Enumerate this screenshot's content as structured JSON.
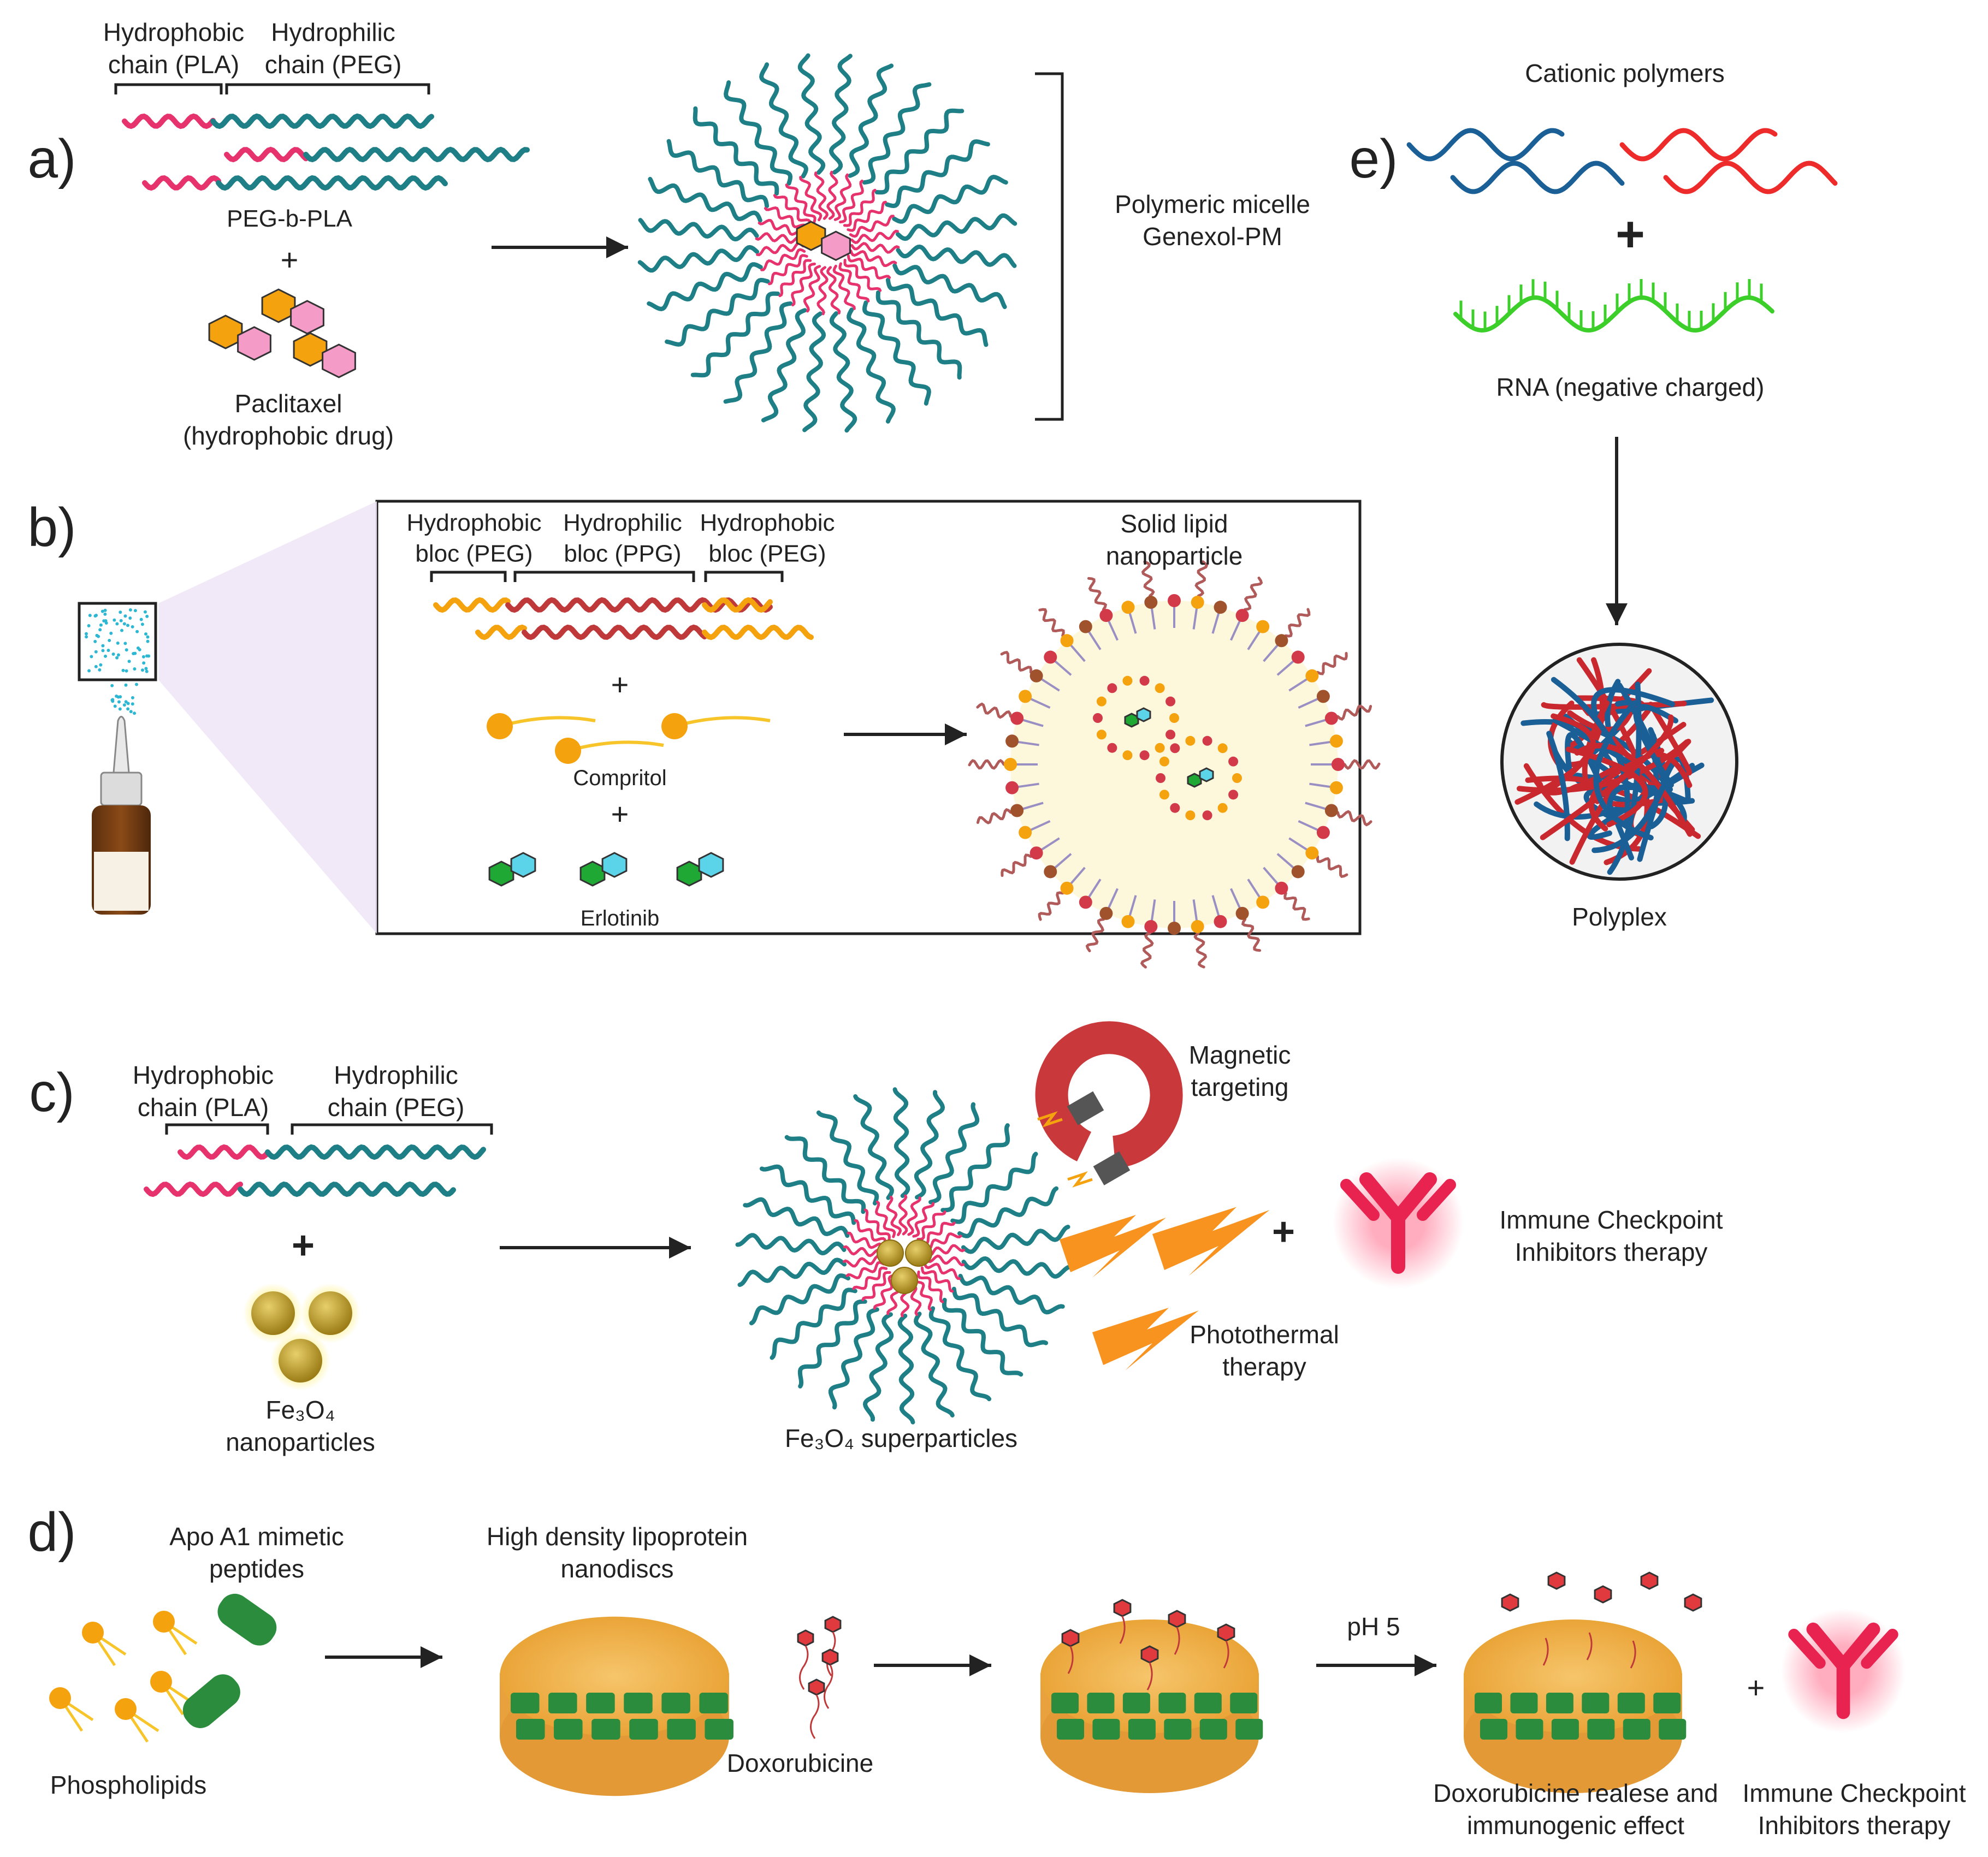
{
  "panels": {
    "a": "a)",
    "b": "b)",
    "c": "c)",
    "d": "d)",
    "e": "e)"
  },
  "a": {
    "hydrophobic_chain": [
      "Hydrophobic",
      "chain (PLA)"
    ],
    "hydrophilic_chain": [
      "Hydrophilic",
      "chain (PEG)"
    ],
    "copolymer": "PEG-b-PLA",
    "plus": "+",
    "drug": [
      "Paclitaxel",
      "(hydrophobic drug)"
    ],
    "product": [
      "Polymeric micelle",
      "Genexol-PM"
    ]
  },
  "b": {
    "bloc1": [
      "Hydrophobic",
      "bloc (PEG)"
    ],
    "bloc2": [
      "Hydrophilic",
      "bloc (PPG)"
    ],
    "bloc3": [
      "Hydrophobic",
      "bloc (PEG)"
    ],
    "plus1": "+",
    "lipid": "Compritol",
    "plus2": "+",
    "drug": "Erlotinib",
    "product": [
      "Solid lipid",
      "nanoparticle"
    ]
  },
  "c": {
    "hydrophobic_chain": [
      "Hydrophobic",
      "chain (PLA)"
    ],
    "hydrophilic_chain": [
      "Hydrophilic",
      "chain (PEG)"
    ],
    "plus": "+",
    "nanoparticles": [
      "Fe₃O₄",
      "nanoparticles"
    ],
    "superparticles": "Fe₃O₄ superparticles",
    "magnetic": [
      "Magnetic",
      "targeting"
    ],
    "photothermal": [
      "Photothermal",
      "therapy"
    ],
    "plus2": "+",
    "ici": [
      "Immune Checkpoint",
      "Inhibitors therapy"
    ]
  },
  "d": {
    "peptides": [
      "Apo A1 mimetic",
      "peptides"
    ],
    "phospholipids": "Phospholipids",
    "hdl": [
      "High density lipoprotein",
      "nanodiscs"
    ],
    "doxorubicine": "Doxorubicine",
    "ph": "pH 5",
    "release": [
      "Doxorubicine realese and",
      "immunogenic effect"
    ],
    "plus": "+",
    "ici": [
      "Immune Checkpoint",
      "Inhibitors therapy"
    ]
  },
  "e": {
    "cationic": "Cationic polymers",
    "plus": "+",
    "rna": "RNA (negative charged)",
    "polyplex": "Polyplex"
  },
  "colors": {
    "pink": "#e6336e",
    "teal": "#1e7f86",
    "orange": "#f5a20f",
    "darkred": "#b83a3a",
    "green": "#2f9e3e",
    "cyan": "#5bd3e8",
    "blue": "#1a5f96",
    "red": "#ee2b2b",
    "rna_green": "#3ccf2a",
    "gold": "#c9a227",
    "lightning": "#f7931e"
  }
}
